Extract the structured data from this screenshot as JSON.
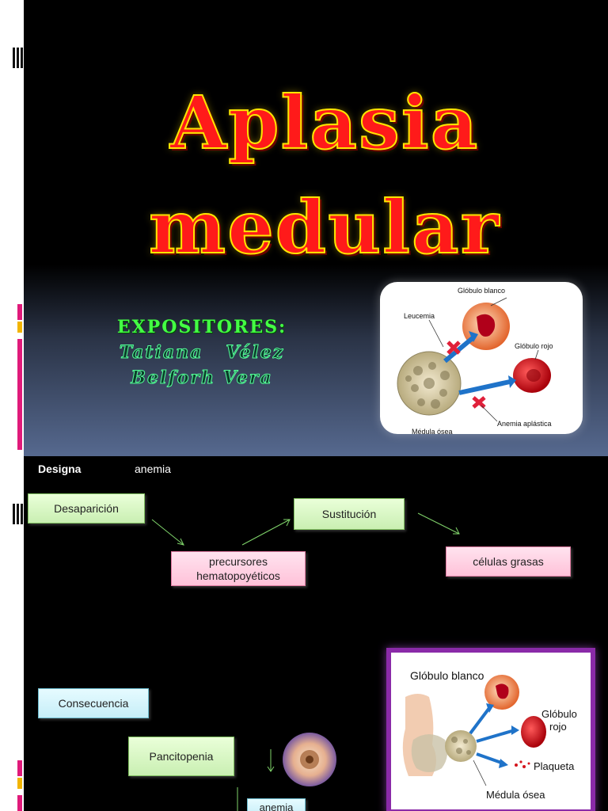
{
  "slide1": {
    "title_line1": "Aplasia",
    "title_line2": "medular",
    "presenters_heading": "EXPOSITORES:",
    "presenter1": "Tatiana   Vélez",
    "presenter2": "Belforh Vera",
    "image_labels": {
      "white_cell": "Glóbulo blanco",
      "leukemia": "Leucemia",
      "red_cell": "Glóbulo rojo",
      "aplastic_anemia": "Anemia aplástica",
      "bone_marrow": "Médula ósea"
    }
  },
  "slide2": {
    "designa": "Designa",
    "anemia_top": "anemia",
    "box_desaparicion": "Desaparición",
    "box_sustitucion": "Sustitución",
    "box_precursores": "precursores hematopoyéticos",
    "box_celulas": "células grasas",
    "box_consecuencia": "Consecuencia",
    "box_pancitopenia": "Pancitopenia",
    "box_anemia": "anemia",
    "image_labels": {
      "white_cell": "Glóbulo blanco",
      "red_cell_1": "Glóbulo",
      "red_cell_2": "rojo",
      "platelet": "Plaqueta",
      "bone_marrow": "Médula ósea"
    }
  },
  "colors": {
    "title_fill": "#ff1a1a",
    "title_outline": "#ffe600",
    "presenter_heading": "#44ff44",
    "arrow_blue": "#1f73c9",
    "red_cell": "#d4141c",
    "frame_purple": "#8a2aa8"
  }
}
